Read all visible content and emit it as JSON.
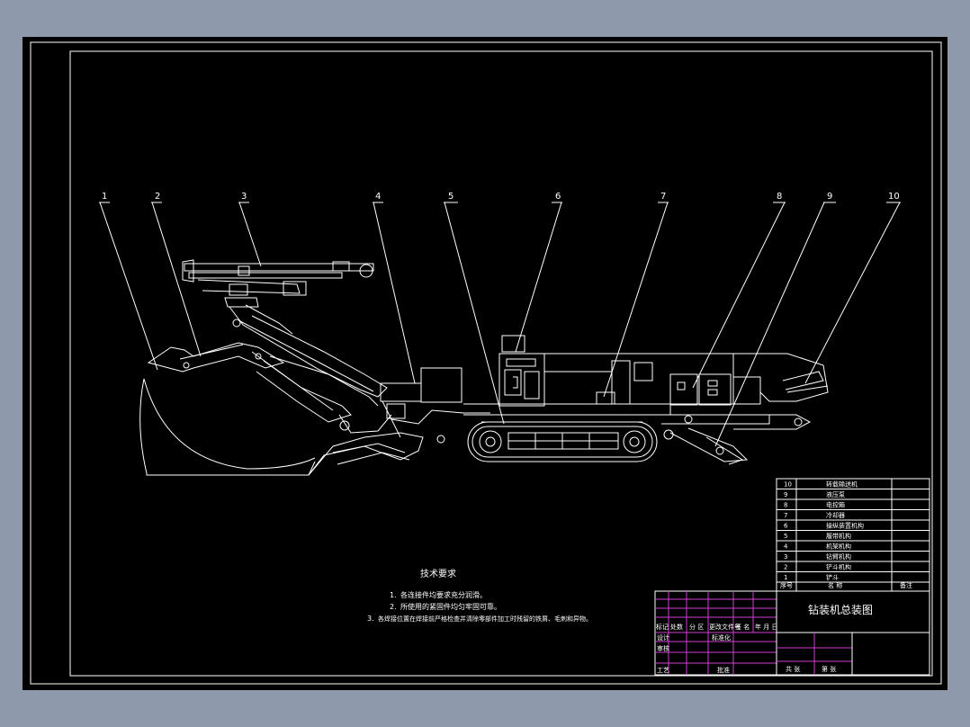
{
  "drawing": {
    "part_numbers": [
      "1",
      "2",
      "3",
      "4",
      "5",
      "6",
      "7",
      "8",
      "9",
      "10"
    ],
    "tech_title": "技术要求",
    "notes": [
      {
        "num": "1.",
        "text": "各连接件均要求充分润滑。"
      },
      {
        "num": "2.",
        "text": "所使用的紧固件均匀牢固可靠。"
      },
      {
        "num": "3.",
        "text": "各焊接位置在焊接前严格检查并清除零部件加工时残留的铁屑、毛刺和异物。"
      }
    ]
  },
  "parts_list": {
    "rows": [
      {
        "no": "10",
        "name": "转载输送机"
      },
      {
        "no": "9",
        "name": "液压泵"
      },
      {
        "no": "8",
        "name": "电控箱"
      },
      {
        "no": "7",
        "name": "冷却器"
      },
      {
        "no": "6",
        "name": "操纵装置机构"
      },
      {
        "no": "5",
        "name": "履带机构"
      },
      {
        "no": "4",
        "name": "机架机构"
      },
      {
        "no": "3",
        "name": "钻臂机构"
      },
      {
        "no": "2",
        "name": "铲斗机构"
      },
      {
        "no": "1",
        "name": "铲斗"
      }
    ],
    "header": {
      "seq": "序号",
      "name": "名  称",
      "remark": "备注"
    }
  },
  "title_block": {
    "title": "钻装机总装图",
    "rev_headers": [
      "标记",
      "处数",
      "分 区",
      "更改文件号",
      "签 名",
      "年 月 日"
    ],
    "role_design": "设计",
    "role_std": "标准化",
    "role_check": "审核",
    "role_process": "工艺",
    "role_approve": "批准",
    "scale_cells": [
      "共  张",
      "第  张"
    ]
  }
}
